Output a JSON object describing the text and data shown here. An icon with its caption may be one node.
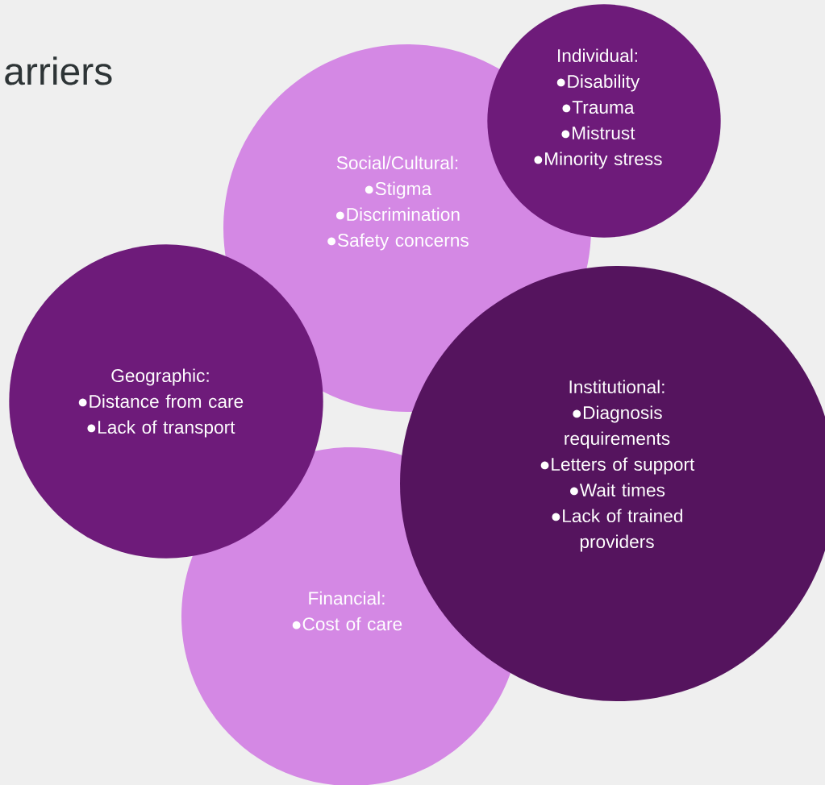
{
  "diagram": {
    "title": "arriers",
    "nodes": [
      {
        "text": [
          "Individual:",
          "●Disability",
          "●Trauma",
          "●Mistrust",
          "●Minority stress"
        ]
      },
      {
        "text": [
          "Social/Cultural:",
          "●Stigma",
          "●Discrimination",
          "●Safety concerns"
        ]
      },
      {
        "text": [
          "Geographic:",
          "●Distance from care",
          "●Lack of transport"
        ]
      },
      {
        "text": [
          "Institutional:",
          "●Diagnosis requirements",
          "●Letters of support",
          "●Wait times",
          "●Lack of trained providers"
        ]
      },
      {
        "text": [
          "Financial:",
          "●Cost of care"
        ]
      }
    ]
  }
}
